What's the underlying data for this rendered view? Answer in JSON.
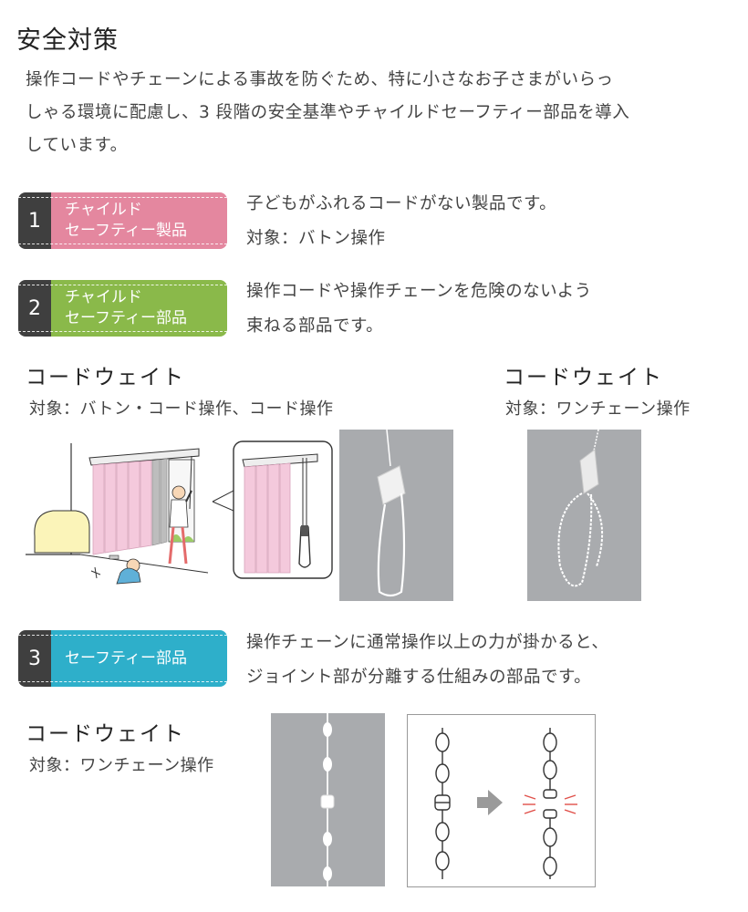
{
  "title": "安全対策",
  "intro": [
    "操作コードやチェーンによる事故を防ぐため、特に小さなお子さまがいらっ",
    "しゃる環境に配慮し、3 段階の安全基準やチャイルドセーフティー部品を導入",
    "しています。"
  ],
  "levels": [
    {
      "number": "1",
      "label": [
        "チャイルド",
        "セーフティー製品"
      ],
      "color": "#e4879f",
      "desc": [
        "子どもがふれるコードがない製品です。",
        "対象：バトン操作"
      ]
    },
    {
      "number": "2",
      "label": [
        "チャイルド",
        "セーフティー部品"
      ],
      "color": "#8ab94a",
      "desc": [
        "操作コードや操作チェーンを危険のないよう",
        "束ねる部品です。"
      ]
    },
    {
      "number": "3",
      "label": [
        "セーフティー部品"
      ],
      "color": "#2eafca",
      "desc": [
        "操作チェーンに通常操作以上の力が掛かると、",
        "ジョイント部が分離する仕組みの部品です。"
      ]
    }
  ],
  "weights": [
    {
      "name": "コードウェイト",
      "target": "対象：バトン・コード操作、コード操作"
    },
    {
      "name": "コードウェイト",
      "target": "対象：ワンチェーン操作"
    },
    {
      "name": "コードウェイト",
      "target": "対象：ワンチェーン操作"
    }
  ]
}
